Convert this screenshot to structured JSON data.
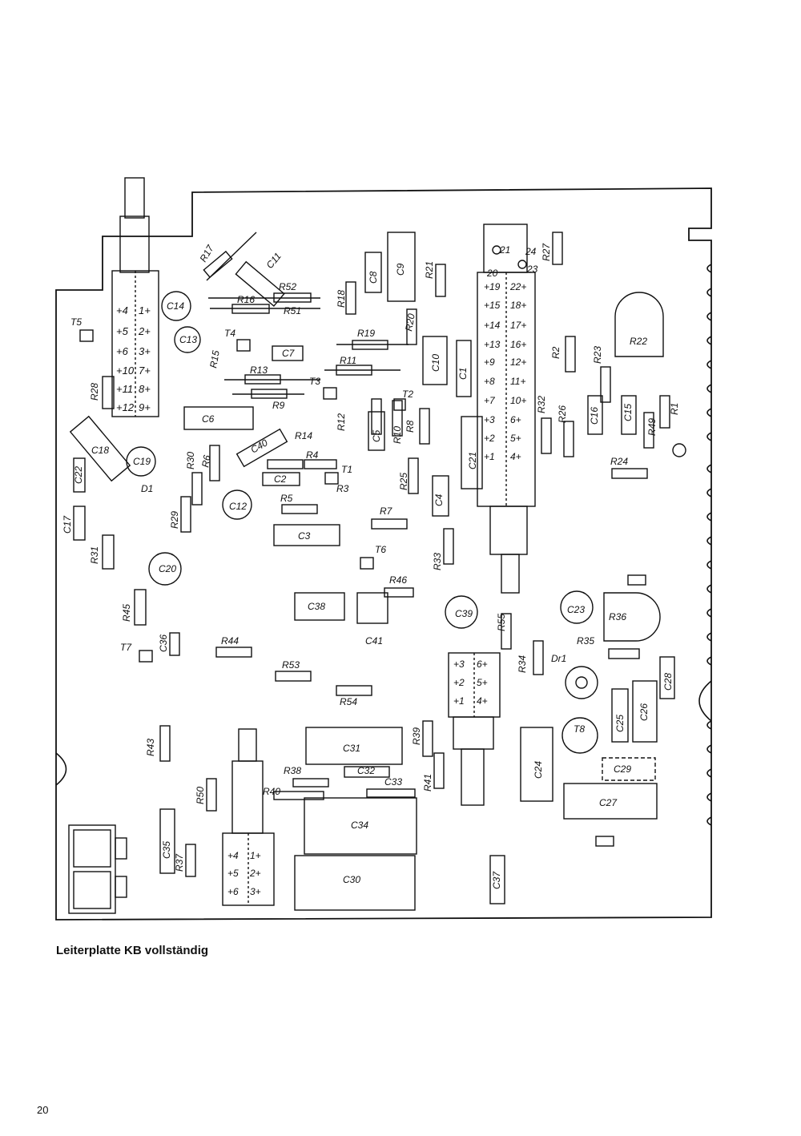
{
  "caption": "Leiterplatte KB vollständig",
  "page_number": "20",
  "components": {
    "resistors": [
      "R17",
      "R52",
      "R16",
      "R51",
      "R18",
      "R19",
      "R11",
      "R13",
      "R9",
      "R15",
      "R14",
      "R4",
      "R3",
      "R5",
      "R7",
      "R6",
      "R30",
      "R29",
      "R31",
      "R28",
      "R12",
      "R10",
      "R8",
      "R20",
      "R21",
      "R25",
      "R33",
      "R27",
      "R2",
      "R23",
      "R32",
      "R26",
      "R49",
      "R1",
      "R24",
      "R22",
      "R36",
      "R35",
      "R34",
      "R55",
      "R46",
      "R45",
      "R44",
      "R53",
      "R54",
      "R43",
      "R50",
      "R37",
      "R38",
      "R40",
      "R39",
      "R41"
    ],
    "capacitors": [
      "C11",
      "C14",
      "C13",
      "C7",
      "C6",
      "C8",
      "C9",
      "C10",
      "C1",
      "C5",
      "C4",
      "C2",
      "C3",
      "C12",
      "C40",
      "C18",
      "C19",
      "C22",
      "C17",
      "C20",
      "C21",
      "C16",
      "C15",
      "C38",
      "C39",
      "C41",
      "C36",
      "C23",
      "C28",
      "C25",
      "C26",
      "C24",
      "C29",
      "C27",
      "C31",
      "C32",
      "C33",
      "C34",
      "C30",
      "C35",
      "C37"
    ],
    "transistors": [
      "T5",
      "T4",
      "T3",
      "T2",
      "T1",
      "T6",
      "T7",
      "T8"
    ],
    "diodes": [
      "D1"
    ],
    "chokes": [
      "Dr1"
    ]
  },
  "switch_contacts": {
    "left_switch": [
      "+4",
      "1+",
      "+5",
      "2+",
      "+6",
      "3+",
      "+10",
      "7+",
      "+11",
      "8+",
      "+12",
      "9+"
    ],
    "right_switch": [
      "+19",
      "22+",
      "+15",
      "18+",
      "+14",
      "17+",
      "+13",
      "16+",
      "+9",
      "12+",
      "+8",
      "11+",
      "+7",
      "10+",
      "+3",
      "6+",
      "+2",
      "5+",
      "+1",
      "4+"
    ],
    "right_switch_top": [
      "21",
      "24",
      "20",
      "23"
    ],
    "middle_switch": [
      "+3",
      "6+",
      "+2",
      "5+",
      "+1",
      "4+"
    ],
    "bottom_switch": [
      "+4",
      "1+",
      "+5",
      "2+",
      "+6",
      "3+"
    ]
  }
}
